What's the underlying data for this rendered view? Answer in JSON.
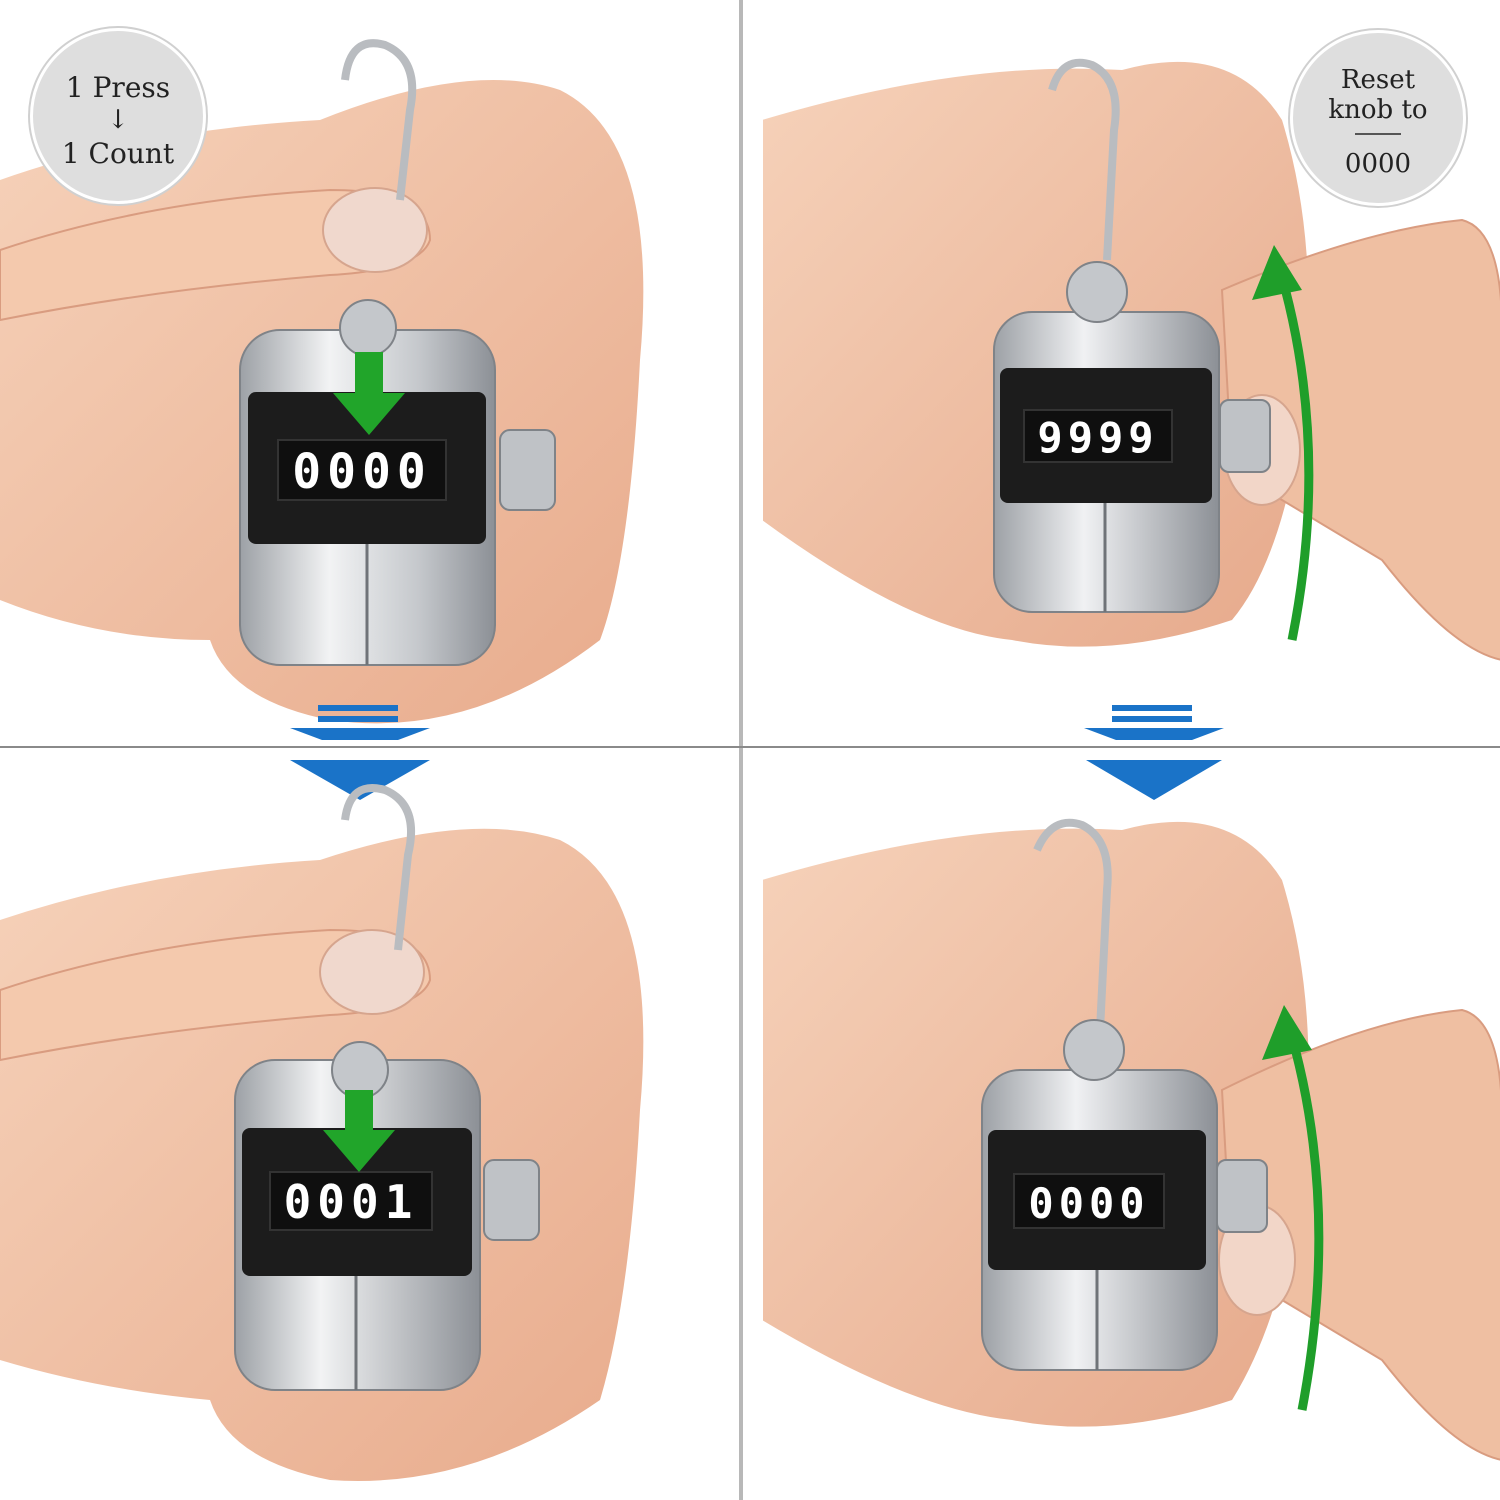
{
  "badges": {
    "count_badge": {
      "line1": "1 Press",
      "line2": "1 Count"
    },
    "reset_badge": {
      "line1": "Reset",
      "line2": "knob to",
      "line3": "0000"
    }
  },
  "counter_displays": {
    "top_left": "0000",
    "top_right": "9999",
    "bottom_left": "0001",
    "bottom_right": "0000"
  },
  "colors": {
    "flow_arrow": "#1a73c8",
    "press_arrow": "#21a52a",
    "reset_arrow": "#1f9e2a",
    "skin": "#f2c3a6",
    "metal": "#c9ccd0",
    "display_window": "#1c1c1c"
  },
  "icons": [
    "down-arrow-icon",
    "press-arrow-icon",
    "reset-rotation-arrow-icon",
    "flow-arrow-icon"
  ]
}
